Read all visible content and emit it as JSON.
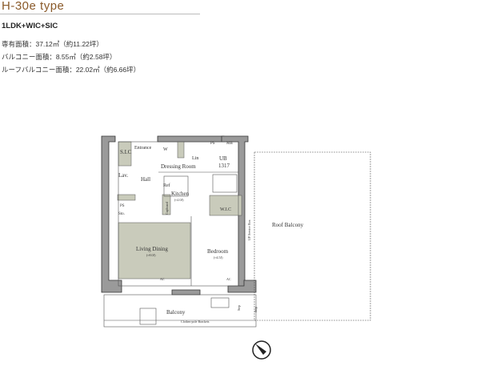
{
  "title": "H-30e type",
  "plan_type": "1LDK+WIC+SIC",
  "areas": [
    "専有面積：37.12㎡（約11.22坪）",
    "バルコニー面積：8.55㎡（約2.58坪）",
    "ルーフバルコニー面積：22.02㎡（約6.66坪）"
  ],
  "rooms": {
    "sic": "S.I.C",
    "entrance": "Entrance",
    "w": "W",
    "lin": "Lin",
    "mb": "MB",
    "ps1": "PS",
    "ub": "UB",
    "ub_size": "1317",
    "dressing": "Dressing Room",
    "lav": "Lav.",
    "hall": "Hall",
    "ref": "Ref",
    "kitchen": "Kitchen",
    "kitchen_size": "(≈2.0J)",
    "cupboard": "Cupboard",
    "wic": "W.I.C",
    "ps2": "PS",
    "sto": "Sto.",
    "living": "Living Dining",
    "living_size": "(≈8.0J)",
    "bedroom": "Bedroom",
    "bedroom_size": "(≈4.5J)",
    "ac1": "AC",
    "ac2": "AC",
    "balcony": "Balcony",
    "clothes": "Clothes-pole Brackets",
    "step1": "Step",
    "step2": "Step",
    "roof": "Roof Balcony",
    "service": "UP Service Box"
  },
  "colors": {
    "title": "#8a5a2a",
    "wall": "#9a9a9a",
    "fill": "#c9cbbb"
  }
}
